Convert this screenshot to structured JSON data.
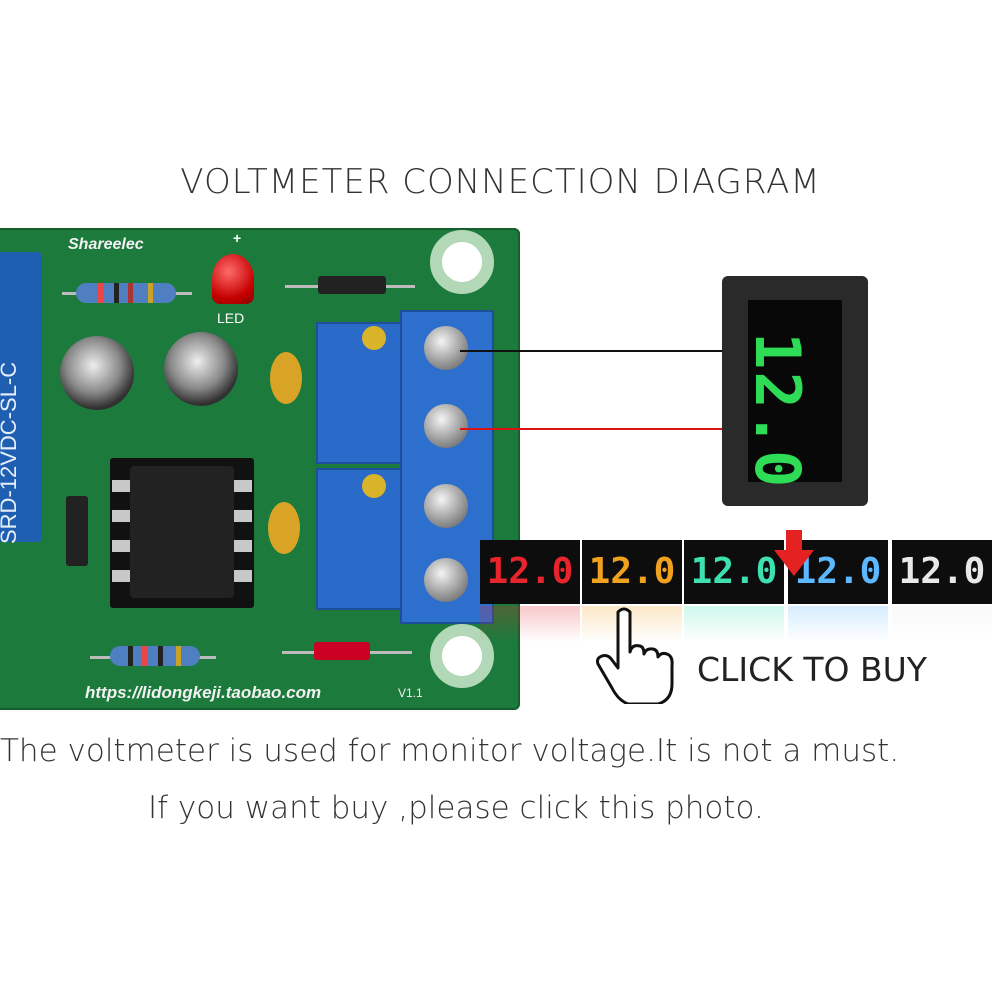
{
  "title": "VOLTMETER CONNECTION DIAGRAM",
  "board": {
    "brand": "Shareelec",
    "led_plus": "+",
    "led_label": "LED",
    "relay_text": "SRD-12VDC-SL-C",
    "url": "https://lidongkeji.taobao.com",
    "version": "V1.1"
  },
  "meter_digits": "12.0",
  "display_strip": [
    {
      "text": "12.0",
      "color": "#e8242c"
    },
    {
      "text": "12.0",
      "color": "#f0a21e"
    },
    {
      "text": "12.0",
      "color": "#3fe0b0"
    },
    {
      "text": "12.0",
      "color": "#5cb8ff"
    },
    {
      "text": "12.0",
      "color": "#e8e8e8"
    }
  ],
  "click_to_buy": "CLICK TO BUY",
  "description_line1": "The voltmeter is used for monitor voltage.It is not a must.",
  "description_line2": "If you want buy ,please click this photo."
}
